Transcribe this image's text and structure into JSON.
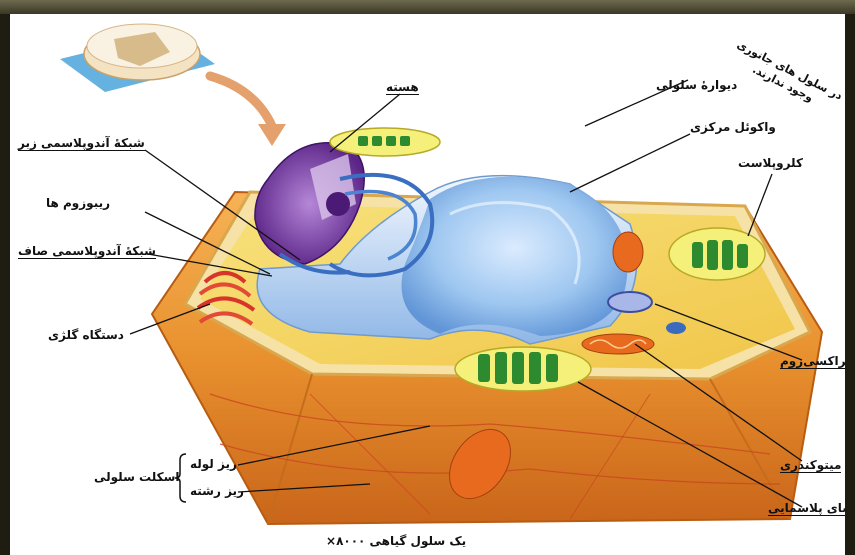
{
  "title": "یک سلول گیاهی ۸۰۰۰×",
  "note": [
    "در سلول های جانوری",
    "وجود ندارند."
  ],
  "labels": {
    "nucleus": "هسته",
    "cell_wall": "دیوارهٔ سلولی",
    "central_vacuole": "واکوئل مرکزی",
    "chloroplast": "کلروپلاست",
    "rough_er": "شبکهٔ آندوپلاسمی زبر",
    "ribosomes": "ریبوزوم ها",
    "smooth_er": "شبکهٔ آندوپلاسمی صاف",
    "golgi": "دستگاه گلژی",
    "peroxisome": "پراکسی‌زوم",
    "mitochondria": "میتوکندری",
    "cytoplasm": "فضای پلاسمایی",
    "microtubule": "ریز لوله",
    "microfilament": "ریز رشته",
    "cytoskeleton": "اسکلت سلولی"
  },
  "colors": {
    "cell_outer": "#e8902e",
    "cell_top": "#f2d35a",
    "vacuole": "#7fb2e6",
    "chloroplast": "#2e8a2e",
    "nucleus": "#7a3fa6",
    "mitochondria": "#e86a1e"
  }
}
